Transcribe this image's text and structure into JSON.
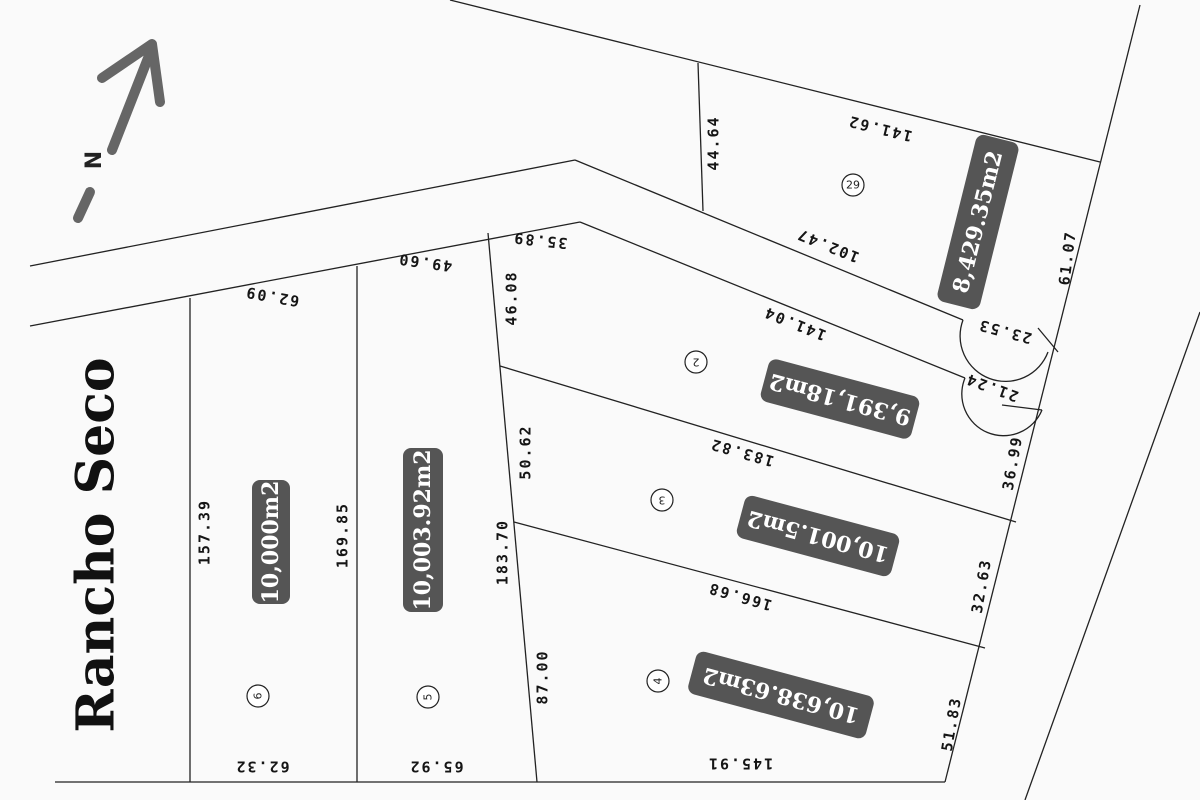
{
  "map": {
    "title": "Rancho Seco",
    "north_label": "N",
    "colors": {
      "background": "#fafafa",
      "line": "#222222",
      "area_box": "#555555",
      "area_text": "#ffffff",
      "north_arrow": "#666666"
    },
    "lots": [
      {
        "number": "29",
        "area": "8,429.35m2"
      },
      {
        "number": "2",
        "area": "9,391,18m2"
      },
      {
        "number": "3",
        "area": "10,001.5m2"
      },
      {
        "number": "4",
        "area": "10,638.63m2"
      },
      {
        "number": "5",
        "area": "10,003.92m2"
      },
      {
        "number": "6",
        "area": "10,000m2"
      }
    ],
    "measurements": {
      "m1": "141.62",
      "m2": "44.64",
      "m3": "102.47",
      "m4": "61.07",
      "m5": "23.53",
      "m6": "141.04",
      "m7": "21.24",
      "m8": "35.89",
      "m9": "46.08",
      "m10": "49.60",
      "m11": "62.09",
      "m12": "183.82",
      "m13": "36.99",
      "m14": "50.62",
      "m15": "166.68",
      "m16": "32.63",
      "m17": "183.70",
      "m18": "87.00",
      "m19": "51.83",
      "m20": "145.91",
      "m21": "157.39",
      "m22": "169.85",
      "m23": "62.32",
      "m24": "65.92"
    }
  }
}
